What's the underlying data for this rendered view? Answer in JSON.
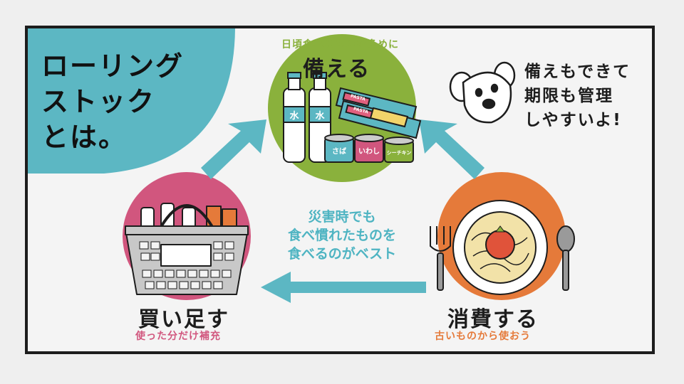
{
  "title_lines": [
    "ローリング",
    "ストック",
    "とは。"
  ],
  "top_step": {
    "subtitle": "日頃食べるものを多めに",
    "label": "備える"
  },
  "left_step": {
    "label": "買い足す",
    "subtitle": "使った分だけ補充"
  },
  "right_step": {
    "label": "消費する",
    "subtitle": "古いものから使おう"
  },
  "center_text": [
    "災害時でも",
    "食べ慣れたものを",
    "食べるのがベスト"
  ],
  "speech_lines": [
    "備えもできて",
    "期限も管理",
    "しやすいよ!"
  ],
  "illustration_labels": {
    "bottle": "水",
    "pasta": "PASTA",
    "can_1": "さば",
    "can_2": "いわし",
    "can_3": "シーチキン"
  },
  "colors": {
    "teal": "#5cb7c3",
    "green": "#8ab13c",
    "pink": "#d1567e",
    "orange": "#e57a3a",
    "frame": "#1d1d1d"
  },
  "icons": [
    "dog-icon",
    "water-bottle-icon",
    "pasta-icon",
    "can-icon",
    "basket-icon",
    "spaghetti-plate-icon",
    "fork-icon",
    "spoon-icon",
    "arrow-icon"
  ]
}
